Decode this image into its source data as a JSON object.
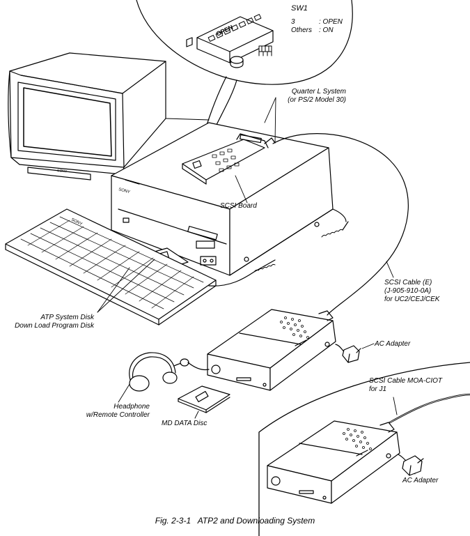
{
  "caption": {
    "fig_number": "Fig. 2-3-1",
    "title": "ATP2 and Downloading System"
  },
  "switch": {
    "name": "SW1",
    "part_label": "OPEN",
    "settings": [
      {
        "key": "3",
        "value": ": OPEN"
      },
      {
        "key": "Others",
        "value": ": ON"
      }
    ]
  },
  "labels": {
    "quarter_l_line1": "Quarter L System",
    "quarter_l_line2": "(or PS/2 Model 30)",
    "scsi_board": "SCSI Board",
    "scsi_cable_e_line1": "SCSI Cable (E)",
    "scsi_cable_e_line2": "(J-905-910-0A)",
    "scsi_cable_e_line3": "for UC2/CEJ/CEK",
    "atp_disk_line1": "ATP System Disk",
    "atp_disk_line2": "Down Load Program Disk",
    "ac_adapter_1": "AC Adapter",
    "scsi_cable_moa_line1": "SCSI Cable MOA-CIOT",
    "scsi_cable_moa_line2": "for J1",
    "headphone_line1": "Headphone",
    "headphone_line2": "w/Remote Controller",
    "md_data_disc": "MD DATA Disc",
    "ac_adapter_2": "AC Adapter"
  },
  "brand": {
    "monitor": "SONY",
    "pc": "SONY",
    "keyboard": "SONY"
  }
}
